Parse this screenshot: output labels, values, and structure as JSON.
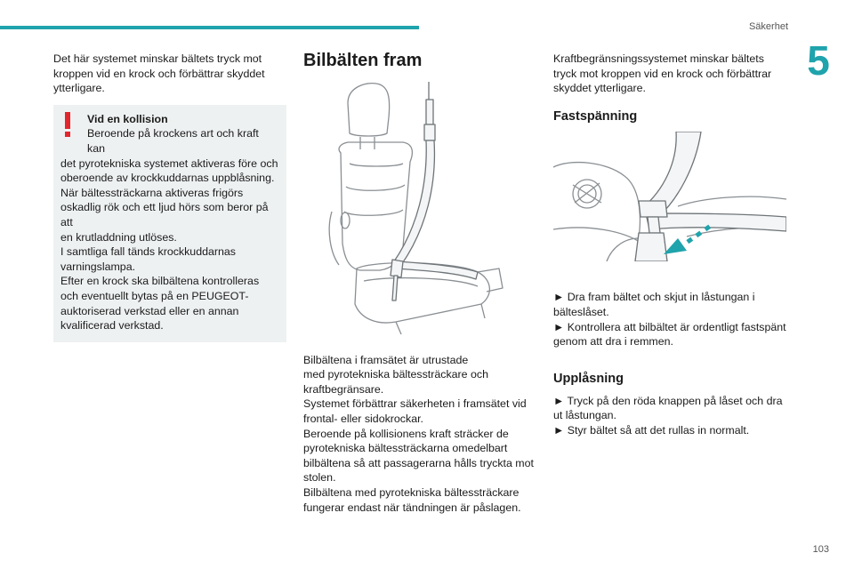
{
  "header": {
    "section_title": "Säkerhet",
    "chapter_number": "5"
  },
  "footer": {
    "page_number": "103"
  },
  "col1": {
    "intro": "Det här systemet minskar bältets tryck mot kroppen vid en krock och förbättrar skyddet ytterligare.",
    "warning_title": "Vid en kollision",
    "warning_lines": [
      "Beroende på krockens art och kraft kan",
      "det pyrotekniska systemet aktiveras före och",
      "oberoende av krockkuddarnas uppblåsning.",
      "När bältessträckarna aktiveras frigörs",
      "oskadlig rök och ett ljud hörs som beror på att",
      "en krutladdning utlöses.",
      "I samtliga fall tänds krockkuddarnas",
      "varningslampa.",
      "Efter en krock ska bilbältena kontrolleras",
      "och eventuellt bytas på en PEUGEOT-",
      "auktoriserad verkstad eller en annan",
      "kvalificerad verkstad."
    ]
  },
  "col2": {
    "heading": "Bilbälten fram",
    "body_lines": [
      "Bilbältena i framsätet är utrustade",
      "med pyrotekniska bältessträckare och",
      "kraftbegränsare.",
      "Systemet förbättrar säkerheten i framsätet vid",
      "frontal- eller sidokrockar.",
      "Beroende på kollisionens kraft sträcker de",
      "pyrotekniska bältessträckarna omedelbart",
      "bilbältena så att passagerarna hålls tryckta mot",
      "stolen.",
      "Bilbältena med pyrotekniska bältessträckare",
      "fungerar endast när tändningen är påslagen."
    ]
  },
  "col3": {
    "intro": "Kraftbegränsningssystemet minskar bältets tryck mot kroppen vid en krock och förbättrar skyddet ytterligare.",
    "fasten_heading": "Fastspänning",
    "fasten_steps": [
      "► Dra fram bältet och skjut in låstungan i bälteslåset.",
      "► Kontrollera att bilbältet är ordentligt fastspänt genom att dra i remmen."
    ],
    "unlock_heading": "Upplåsning",
    "unlock_steps": [
      "► Tryck på den röda knappen på låset och dra ut låstungan.",
      "► Styr bältet så att det rullas in normalt."
    ]
  },
  "colors": {
    "accent": "#1fa3ac",
    "warning": "#e3262c",
    "box_bg": "#eef1f2"
  }
}
